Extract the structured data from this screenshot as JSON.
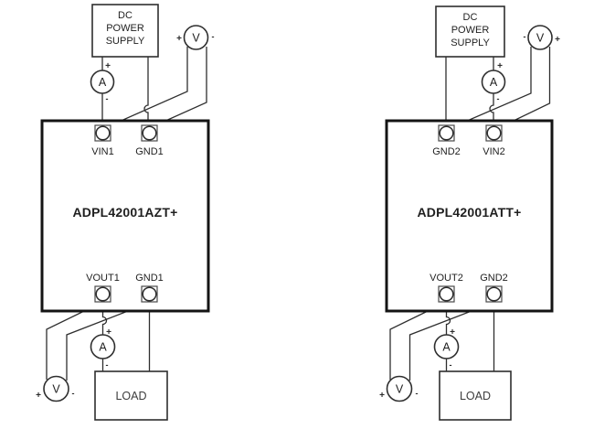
{
  "signs": {
    "plus": "+",
    "minus": "-"
  },
  "left": {
    "supply_lines": [
      "DC",
      "POWER",
      "SUPPLY"
    ],
    "module_label": "ADPL42001AZT+",
    "load_label": "LOAD",
    "pins": {
      "top_left": "VIN1",
      "top_right": "GND1",
      "bottom_left": "VOUT1",
      "bottom_right": "GND1"
    },
    "meters": {
      "ammeter_label": "A",
      "voltmeter_label": "V"
    }
  },
  "right": {
    "supply_lines": [
      "DC",
      "POWER",
      "SUPPLY"
    ],
    "module_label": "ADPL42001ATT+",
    "load_label": "LOAD",
    "pins": {
      "top_left": "GND2",
      "top_right": "VIN2",
      "bottom_left": "VOUT2",
      "bottom_right": "GND2"
    },
    "meters": {
      "ammeter_label": "A",
      "voltmeter_label": "V"
    }
  }
}
